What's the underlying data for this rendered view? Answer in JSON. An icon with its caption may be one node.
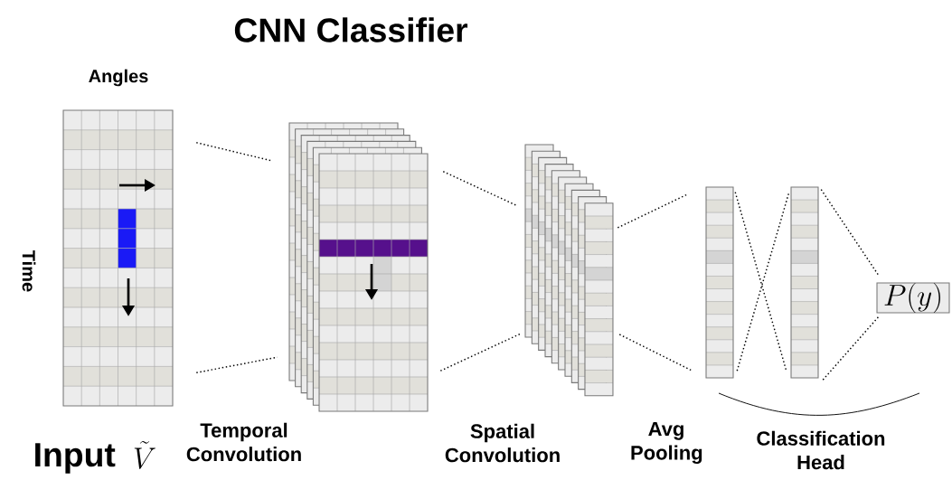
{
  "diagram": {
    "title": "CNN Classifier",
    "nodes": [
      {
        "text": [],
        "shape": "box"
      },
      {
        "text": [],
        "shape": "box"
      },
      {
        "text": [],
        "shape": "box"
      },
      {
        "text": [],
        "shape": "bar"
      },
      {
        "text": [],
        "shape": "bar"
      },
      {
        "text": [
          "P(y)"
        ]
      }
    ],
    "edges": [
      {
        "from": 0,
        "to": 1,
        "arrow": "none"
      },
      {
        "from": 0,
        "to": 1,
        "arrow": "none"
      },
      {
        "from": 1,
        "to": 2,
        "arrow": "none"
      },
      {
        "from": 1,
        "to": 2,
        "arrow": "none"
      },
      {
        "from": 2,
        "to": 3,
        "arrow": "none"
      },
      {
        "from": 2,
        "to": 3,
        "arrow": "none"
      },
      {
        "from": 3,
        "to": 4,
        "arrow": "none"
      },
      {
        "from": 3,
        "to": 4,
        "arrow": "none"
      },
      {
        "from": 4,
        "to": 5,
        "arrow": "none"
      },
      {
        "from": 4,
        "to": 5,
        "arrow": "none"
      }
    ],
    "labels": [
      "Angles",
      "Time",
      "Input",
      "\\tilde{V}",
      "Temporal Convolution",
      "Spatial Convolution",
      "Avg Pooling",
      "Classification Head"
    ]
  }
}
